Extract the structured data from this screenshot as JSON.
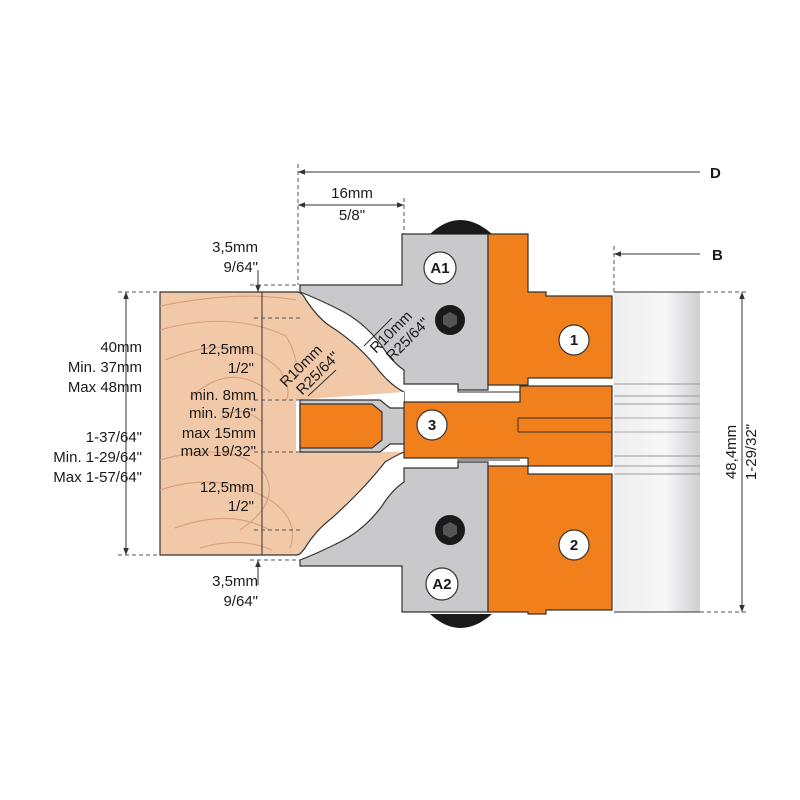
{
  "references": {
    "d": "D",
    "b": "B"
  },
  "dims": {
    "width_mm": "16mm",
    "width_in": "5/8\"",
    "top_offset_mm": "3,5mm",
    "top_offset_in": "9/64\"",
    "bottom_offset_mm": "3,5mm",
    "bottom_offset_in": "9/64\"",
    "upper_profile_mm": "12,5mm",
    "upper_profile_in": "1/2\"",
    "lower_profile_mm": "12,5mm",
    "lower_profile_in": "1/2\"",
    "groove_min_mm": "min. 8mm",
    "groove_min_in": "min. 5/16\"",
    "groove_max_mm": "max 15mm",
    "groove_max_in": "max 19/32\"",
    "radius_top_mm": "R10mm",
    "radius_top_in": "R25/64\"",
    "radius_left_mm": "R10mm",
    "radius_left_in": "R25/64\"",
    "stock_mm_1": "40mm",
    "stock_mm_2": "Min. 37mm",
    "stock_mm_3": "Max 48mm",
    "stock_in_1": "1-37/64\"",
    "stock_in_2": "Min. 1-29/64\"",
    "stock_in_3": "Max 1-57/64\"",
    "height_mm": "48,4mm",
    "height_in": "1-29/32\""
  },
  "badges": {
    "a1": "A1",
    "a2": "A2",
    "p1": "1",
    "p2": "2",
    "p3": "3"
  },
  "colors": {
    "wood": "#f2c9a8",
    "wood_grain": "#d9a27f",
    "steel": "#c9c9cc",
    "steel_dark": "#a8a8ac",
    "body": "#f07f1c",
    "body_dark": "#c9640f",
    "bore": "#d8d8dc",
    "badge_fill": "#ffffff",
    "screw": "#1a1a1a"
  }
}
